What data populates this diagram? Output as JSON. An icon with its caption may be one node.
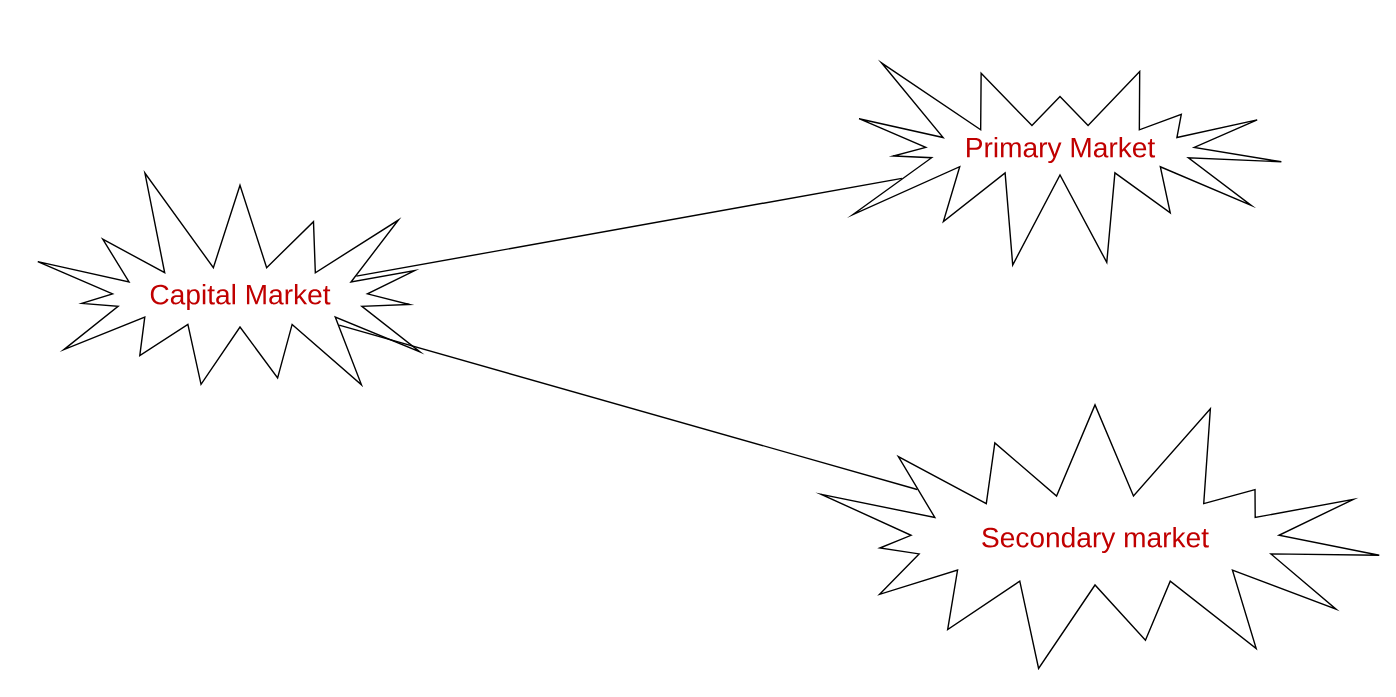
{
  "diagram": {
    "nodes": [
      {
        "text": [
          "Capital Market"
        ]
      },
      {
        "text": [
          "Primary Market"
        ]
      },
      {
        "text": [
          "Secondary market"
        ]
      }
    ],
    "edges": [
      {
        "from": 0,
        "to": 1,
        "arrow": "none"
      },
      {
        "from": 0,
        "to": 2,
        "arrow": "none"
      }
    ]
  }
}
